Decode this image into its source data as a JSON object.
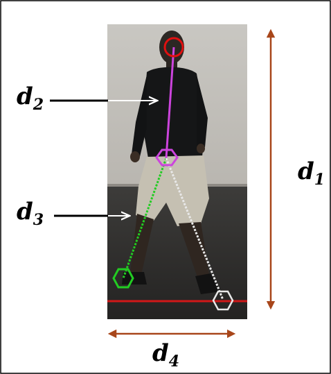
{
  "labels": {
    "d1": {
      "main": "d",
      "sub": "1"
    },
    "d2": {
      "main": "d",
      "sub": "2"
    },
    "d3": {
      "main": "d",
      "sub": "3"
    },
    "d4": {
      "main": "d",
      "sub": "4"
    }
  },
  "colors": {
    "frame": "#000000",
    "dimension_arrow": "#a8461a",
    "head_marker": "#e01010",
    "torso_segment": "#cc44dd",
    "left_leg_segment": "#22cc22",
    "right_leg_segment": "#e8e8e8",
    "ground_line": "#d01818",
    "label_text": "#000000"
  }
}
